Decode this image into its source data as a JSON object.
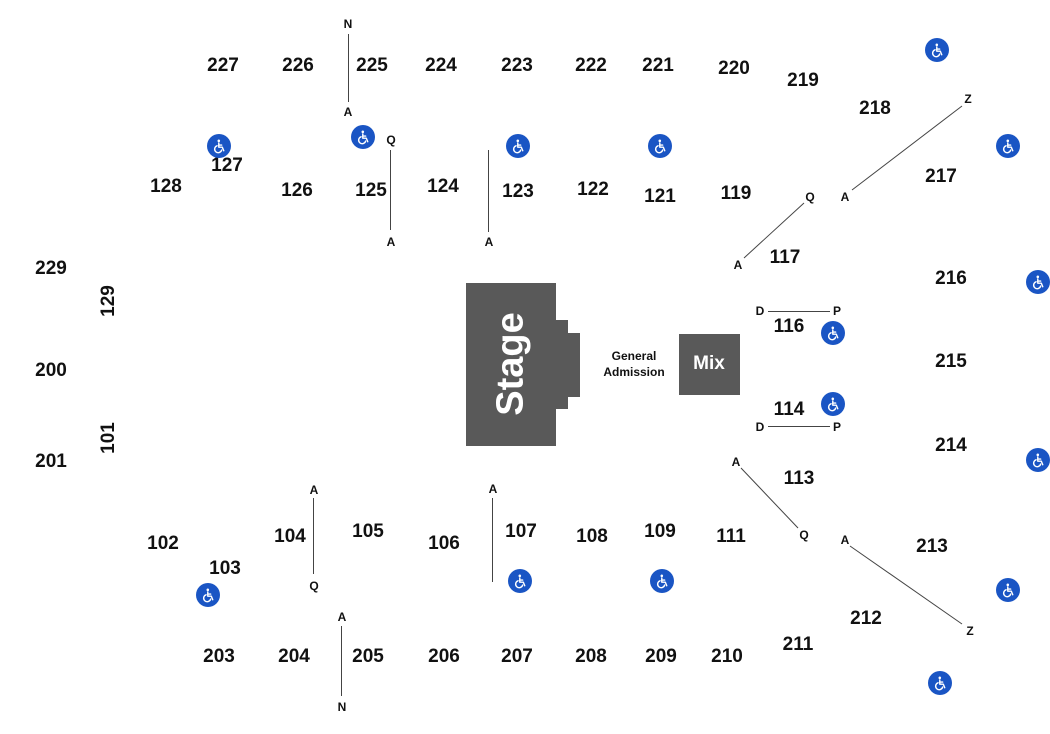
{
  "stage": {
    "label": "Stage"
  },
  "mix": {
    "label": "Mix"
  },
  "general_admission": {
    "line1": "General",
    "line2": "Admission"
  },
  "sections": {
    "s227": "227",
    "s226": "226",
    "s225": "225",
    "s224": "224",
    "s223": "223",
    "s222": "222",
    "s221": "221",
    "s220": "220",
    "s219": "219",
    "s218": "218",
    "s217": "217",
    "s216": "216",
    "s215": "215",
    "s214": "214",
    "s213": "213",
    "s212": "212",
    "s211": "211",
    "s210": "210",
    "s209": "209",
    "s208": "208",
    "s207": "207",
    "s206": "206",
    "s205": "205",
    "s204": "204",
    "s203": "203",
    "s229": "229",
    "s200": "200",
    "s201": "201",
    "s128": "128",
    "s127": "127",
    "s126": "126",
    "s125": "125",
    "s124": "124",
    "s123": "123",
    "s122": "122",
    "s121": "121",
    "s119": "119",
    "s117": "117",
    "s116": "116",
    "s114": "114",
    "s113": "113",
    "s111": "111",
    "s109": "109",
    "s108": "108",
    "s107": "107",
    "s106": "106",
    "s105": "105",
    "s104": "104",
    "s103": "103",
    "s102": "102",
    "s101": "101",
    "s129": "129"
  },
  "rows": {
    "r_n_top": "N",
    "r_a_top": "A",
    "r_q_125": "Q",
    "r_a_125": "A",
    "r_a_123": "A",
    "r_z_top": "Z",
    "r_a_218": "A",
    "r_q_119": "Q",
    "r_a_117": "A",
    "r_d_116": "D",
    "r_p_116": "P",
    "r_d_114": "D",
    "r_p_114": "P",
    "r_a_113": "A",
    "r_q_111": "Q",
    "r_a_213": "A",
    "r_z_bot": "Z",
    "r_a_104": "A",
    "r_q_104": "Q",
    "r_a_107": "A",
    "r_a_205": "A",
    "r_n_bot": "N"
  },
  "accessibility_icon": "wheelchair-icon",
  "colors": {
    "stage": "#595959",
    "accessible": "#1a55c4"
  }
}
